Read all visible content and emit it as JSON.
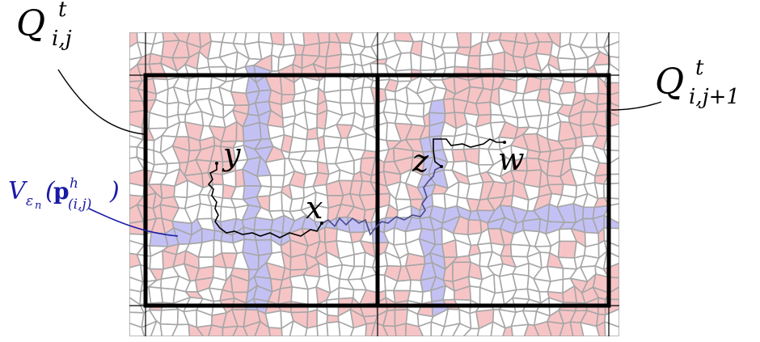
{
  "labels": {
    "q_left": {
      "main": "Q",
      "sup": "t",
      "sub": "i,j"
    },
    "q_right": {
      "main": "Q",
      "sup": "t",
      "sub": "i,j+1"
    },
    "y": "y",
    "x": "x",
    "z": "z",
    "w": "w",
    "voronoi_set": {
      "main": "V",
      "eps": "ε",
      "n": "n",
      "open": "(",
      "p": "p",
      "h": "h",
      "idx": "(i,j)",
      "close": ")"
    }
  },
  "colors": {
    "cell_edge": "#a6a6a6",
    "pink_cell": "#f7c4c6",
    "blue_cell": "#c3c1f4",
    "white_cell": "#ffffff",
    "box_border": "#000000",
    "path": "#000000",
    "blue_path": "#4a4a8c",
    "annotation_blue": "#1a1aa6"
  }
}
